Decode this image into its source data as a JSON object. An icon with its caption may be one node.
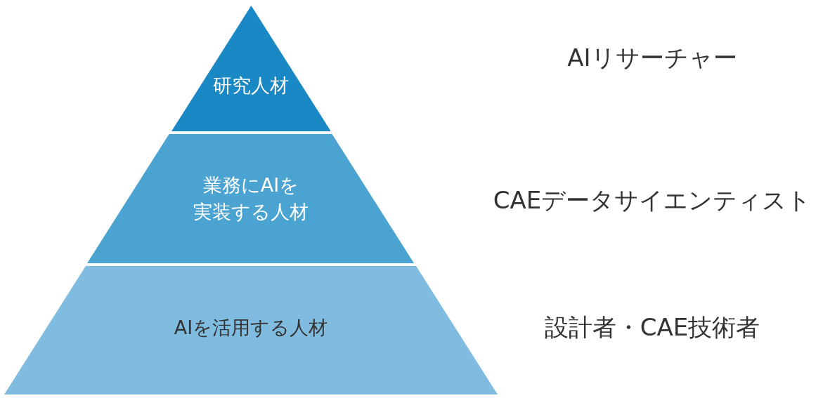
{
  "diagram": {
    "nodes": [
      {
        "text": [
          "研究人材"
        ]
      },
      {
        "text": [
          "業務にAIを実装する人材"
        ]
      },
      {
        "text": [
          "AIを活用する人材"
        ]
      }
    ],
    "labels": [
      "AIリサーチャー",
      "CAEデータサイエンティスト",
      "設計者・CAE技術者"
    ]
  }
}
